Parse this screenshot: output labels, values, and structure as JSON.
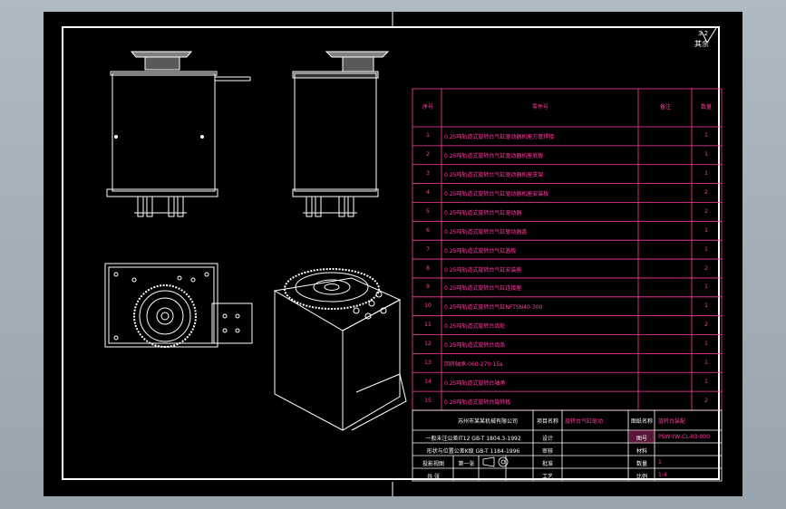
{
  "drawing": {
    "roughness_symbol": "3.2",
    "roughness_label": "其余",
    "bom_headers": [
      "序号",
      "零件号",
      "数量",
      "备注"
    ],
    "bom_rows": [
      {
        "no": "1",
        "name": "0.25吨轨道式旋转台气缸驱动器机座方管焊接",
        "qty": "1"
      },
      {
        "no": "2",
        "name": "0.25吨轨道式旋转台气缸驱动器机座底板",
        "qty": "1"
      },
      {
        "no": "3",
        "name": "0.25吨轨道式旋转台气缸驱动器机座支架",
        "qty": "1"
      },
      {
        "no": "4",
        "name": "0.25吨轨道式旋转台气缸驱动器机座安装板",
        "qty": "2"
      },
      {
        "no": "5",
        "name": "0.25吨轨道式旋转台气缸驱动器",
        "qty": "2"
      },
      {
        "no": "6",
        "name": "0.25吨轨道式旋转台气缸驱动器盖",
        "qty": "1"
      },
      {
        "no": "7",
        "name": "0.25吨轨道式旋转台气缸盖板",
        "qty": "1"
      },
      {
        "no": "8",
        "name": "0.25吨轨道式旋转台气缸安装座",
        "qty": "2"
      },
      {
        "no": "9",
        "name": "0.25吨轨道式旋转台气缸连接座",
        "qty": "1"
      },
      {
        "no": "10",
        "name": "0.25吨轨道式旋转台气缸NFTSN40-300",
        "qty": "1"
      },
      {
        "no": "11",
        "name": "0.25吨轨道式旋转台齿轮",
        "qty": "2"
      },
      {
        "no": "12",
        "name": "0.25吨轨道式旋转台齿条",
        "qty": "1"
      },
      {
        "no": "13",
        "name": "回转轴承-060-270-15a",
        "qty": "1"
      },
      {
        "no": "14",
        "name": "0.25吨轨道式旋转台轴承",
        "qty": "1"
      },
      {
        "no": "15",
        "name": "0.25吨轨道式旋转台旋转板",
        "qty": "2"
      }
    ],
    "title_block": {
      "company": "苏州市某某机械有限公司",
      "tol_note_1": "一般未注公差IT12 GB-T 1804.3-1992",
      "tol_note_2": "形状与位置公差K级 GB-T 1184-1996",
      "project_label": "项目名称",
      "project_value": "旋转台气缸驱动",
      "sign_design": "设计",
      "sign_check": "审核",
      "sign_approve": "批准",
      "sign_craft": "工艺",
      "drawing_name_label": "图纸名称",
      "drawing_name_value": "旋转台装配",
      "drawing_no_label": "图号",
      "drawing_no_value": "PSW-YW-CL-03-000",
      "material_label": "材料",
      "qty_label": "数量",
      "qty_value": "1",
      "scale_label": "比例",
      "scale_value": "1:4",
      "projection_label": "投影视图",
      "sheet_label": "第一张",
      "sheet_total": "共 张"
    }
  }
}
